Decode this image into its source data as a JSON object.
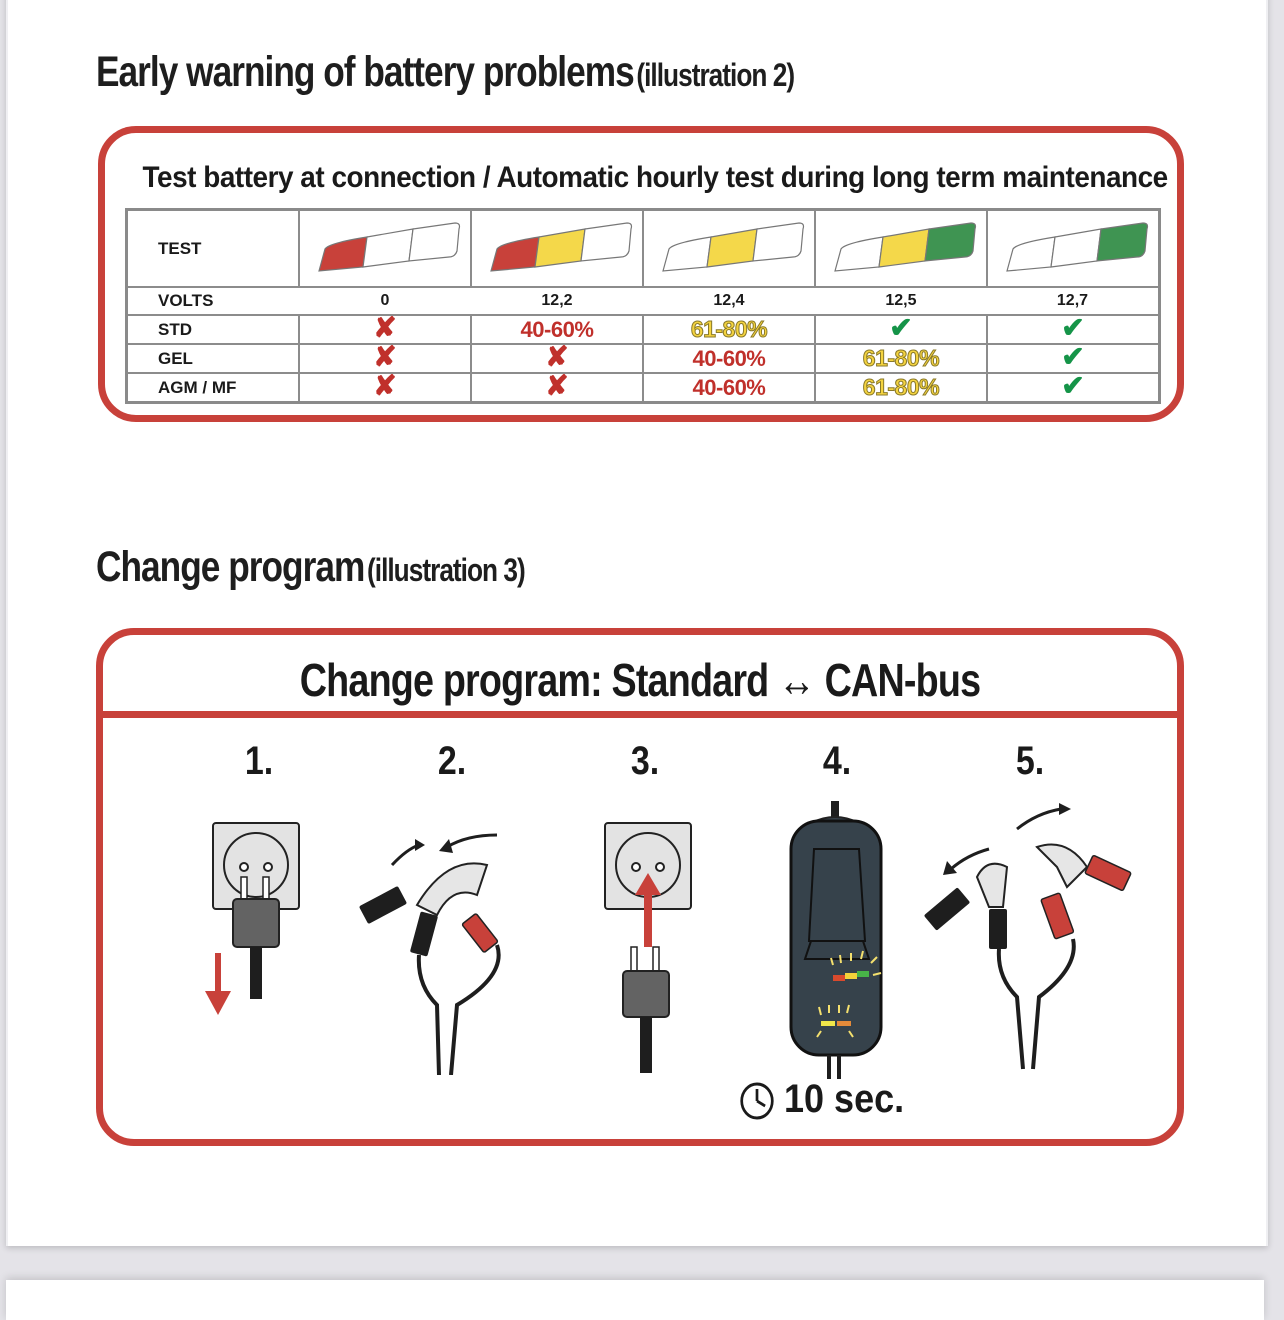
{
  "section1": {
    "heading": "Early warning of battery problems",
    "heading_sub": "(illustration 2)",
    "box_title": "Test battery at connection / Automatic hourly test during long term maintenance",
    "table": {
      "row_labels": [
        "TEST",
        "VOLTS",
        "STD",
        "GEL",
        "AGM / MF"
      ],
      "indicators": [
        {
          "segments": [
            "red",
            "off",
            "off"
          ]
        },
        {
          "segments": [
            "red",
            "yellow",
            "off"
          ]
        },
        {
          "segments": [
            "off",
            "yellow",
            "off"
          ]
        },
        {
          "segments": [
            "off",
            "yellow",
            "green"
          ]
        },
        {
          "segments": [
            "off",
            "off",
            "green"
          ]
        }
      ],
      "volts": [
        "0",
        "12,2",
        "12,4",
        "12,5",
        "12,7"
      ],
      "rows": [
        {
          "label": "STD",
          "cells": [
            {
              "type": "x"
            },
            {
              "type": "red",
              "text": "40-60%"
            },
            {
              "type": "yellow",
              "text": "61-80%"
            },
            {
              "type": "check"
            },
            {
              "type": "check"
            }
          ]
        },
        {
          "label": "GEL",
          "cells": [
            {
              "type": "x"
            },
            {
              "type": "x"
            },
            {
              "type": "red",
              "text": "40-60%"
            },
            {
              "type": "yellow",
              "text": "61-80%"
            },
            {
              "type": "check"
            }
          ]
        },
        {
          "label": "AGM / MF",
          "cells": [
            {
              "type": "x"
            },
            {
              "type": "x"
            },
            {
              "type": "red",
              "text": "40-60%"
            },
            {
              "type": "yellow",
              "text": "61-80%"
            },
            {
              "type": "check"
            }
          ]
        }
      ]
    }
  },
  "section2": {
    "heading": "Change program",
    "heading_sub": "(illustration 3)",
    "box_title": "Change program: Standard ↔ CAN-bus",
    "steps": [
      {
        "num": "1.",
        "icon": "unplug-from-socket-icon"
      },
      {
        "num": "2.",
        "icon": "connect-clamps-icon"
      },
      {
        "num": "3.",
        "icon": "plug-into-socket-icon"
      },
      {
        "num": "4.",
        "icon": "charger-leds-flashing-icon"
      },
      {
        "num": "5.",
        "icon": "disconnect-clamps-icon"
      }
    ],
    "timer": "10 sec."
  },
  "colors": {
    "red": "#c8413a",
    "yellow": "#f4d84a",
    "green": "#3f9452",
    "check": "#159448"
  }
}
